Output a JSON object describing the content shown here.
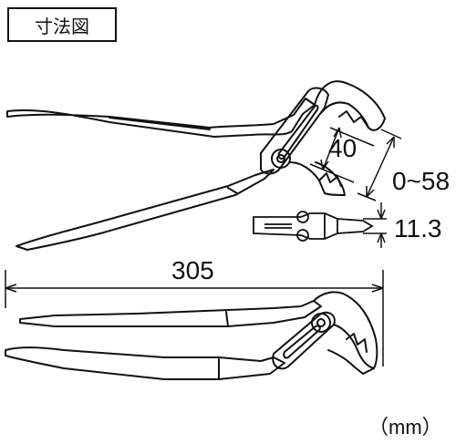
{
  "title": "寸法図",
  "dimensions": {
    "jaw_width": "40",
    "jaw_opening": "0~58",
    "thickness": "11.3",
    "overall_length": "305"
  },
  "unit": "（mm）",
  "colors": {
    "line": "#111111",
    "background": "#ffffff"
  }
}
